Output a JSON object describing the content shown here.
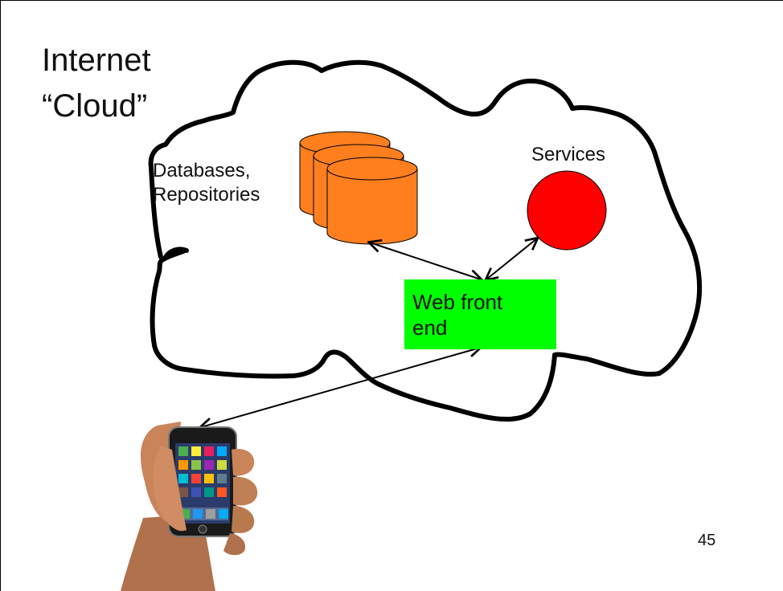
{
  "slide": {
    "title_line_1": "Internet",
    "title_line_2": "“Cloud”",
    "page_number": "45"
  },
  "nodes": {
    "databases": {
      "line_1": "Databases,",
      "line_2": "Repositories",
      "color": "#ff7f1f"
    },
    "services": {
      "label": "Services",
      "color": "#ff0000"
    },
    "web_front_end": {
      "line_1": "Web front",
      "line_2": "end",
      "color": "#00ff00"
    }
  },
  "edges": [
    {
      "from": "databases",
      "to": "web_front_end",
      "style": "double-arrow"
    },
    {
      "from": "services",
      "to": "web_front_end",
      "style": "double-arrow"
    },
    {
      "from": "web_front_end",
      "to": "smartphone",
      "style": "double-arrow"
    }
  ],
  "images": {
    "phone": "hand-holding-smartphone"
  },
  "colors": {
    "cloud_outline": "#000000",
    "background": "#ffffff"
  }
}
